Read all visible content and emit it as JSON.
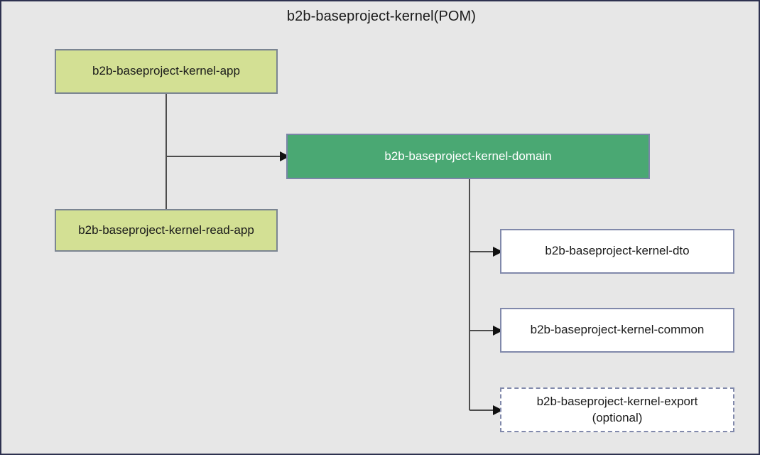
{
  "diagram": {
    "title": "b2b-baseproject-kernel(POM)",
    "colors": {
      "canvas_background": "#e7e7e7",
      "canvas_border": "#2e3250",
      "app_fill": "#d3e094",
      "app_border": "#7b8592",
      "domain_fill": "#4aa873",
      "domain_text": "#ffffff",
      "leaf_fill": "#ffffff",
      "leaf_border": "#8189ab",
      "edge": "#4d4d4d"
    },
    "nodes": {
      "app": {
        "label": "b2b-baseproject-kernel-app"
      },
      "read_app": {
        "label": "b2b-baseproject-kernel-read-app"
      },
      "domain": {
        "label": "b2b-baseproject-kernel-domain"
      },
      "dto": {
        "label": "b2b-baseproject-kernel-dto"
      },
      "common": {
        "label": "b2b-baseproject-kernel-common"
      },
      "export": {
        "label_line1": "b2b-baseproject-kernel-export",
        "label_line2": "(optional)"
      }
    },
    "edges": [
      {
        "from": "app",
        "to": "domain"
      },
      {
        "from": "read-app",
        "to": "domain"
      },
      {
        "from": "domain",
        "to": "dto"
      },
      {
        "from": "domain",
        "to": "common"
      },
      {
        "from": "domain",
        "to": "export"
      }
    ]
  }
}
